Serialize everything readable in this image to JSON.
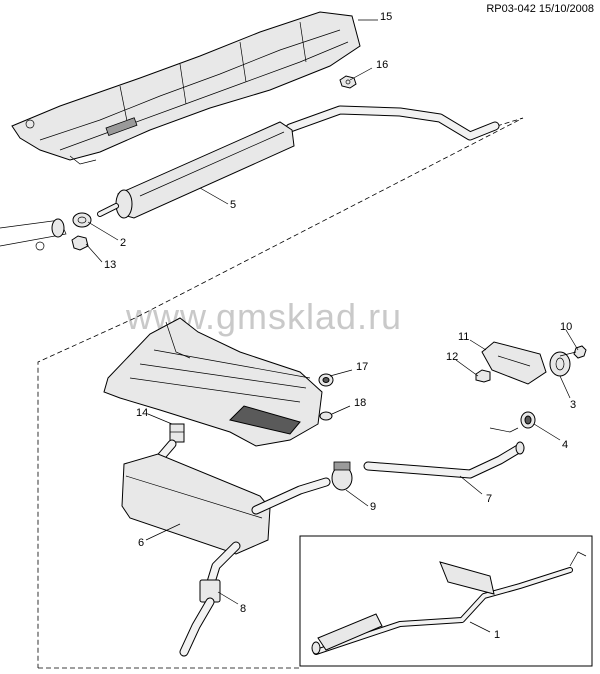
{
  "header": {
    "code": "RP03-042 15/10/2008"
  },
  "watermark": {
    "text": "www.gmsklad.ru"
  },
  "callouts": [
    "15",
    "16",
    "5",
    "2",
    "13",
    "11",
    "10",
    "12",
    "17",
    "3",
    "18",
    "14",
    "4",
    "7",
    "9",
    "6",
    "8",
    "1"
  ]
}
